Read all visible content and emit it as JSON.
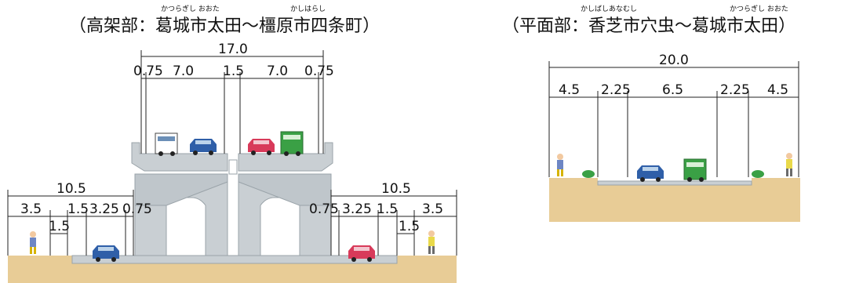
{
  "elevated": {
    "title_prefix": "（高架部：",
    "title_place1": "葛城市太田",
    "title_sep": "～",
    "title_place2": "橿原市四条町",
    "title_suffix": "）",
    "ruby_place1": "かつらぎし おおた",
    "ruby_place2": "かしはらし",
    "deck_total": "17.0",
    "deck_parts": [
      "0.75",
      "7.0",
      "1.5",
      "7.0",
      "0.75"
    ],
    "left_total": "10.5",
    "left_parts": [
      "3.5",
      "1.5",
      "3.25",
      "0.75"
    ],
    "left_sub": "1.5",
    "right_total": "10.5",
    "right_parts": [
      "0.75",
      "3.25",
      "1.5",
      "3.5"
    ],
    "right_sub": "1.5"
  },
  "atgrade": {
    "title_prefix": "（平面部：",
    "title_place1": "香芝市穴虫",
    "title_sep": "～",
    "title_place2": "葛城市太田",
    "title_suffix": "）",
    "ruby_place1": "かしばしあなむし",
    "ruby_place2": "かつらぎし おおた",
    "total": "20.0",
    "parts": [
      "4.5",
      "2.25",
      "6.5",
      "2.25",
      "4.5"
    ]
  },
  "colors": {
    "ground": "#e8cc96",
    "ground_dark": "#d9b67a",
    "concrete": "#c9cfd3",
    "concrete_dark": "#9aa3a9",
    "asphalt": "#a9aeb2",
    "accent_red": "#d83a5a",
    "accent_green": "#3aa045",
    "vehicle_blue": "#2f5fa8"
  }
}
